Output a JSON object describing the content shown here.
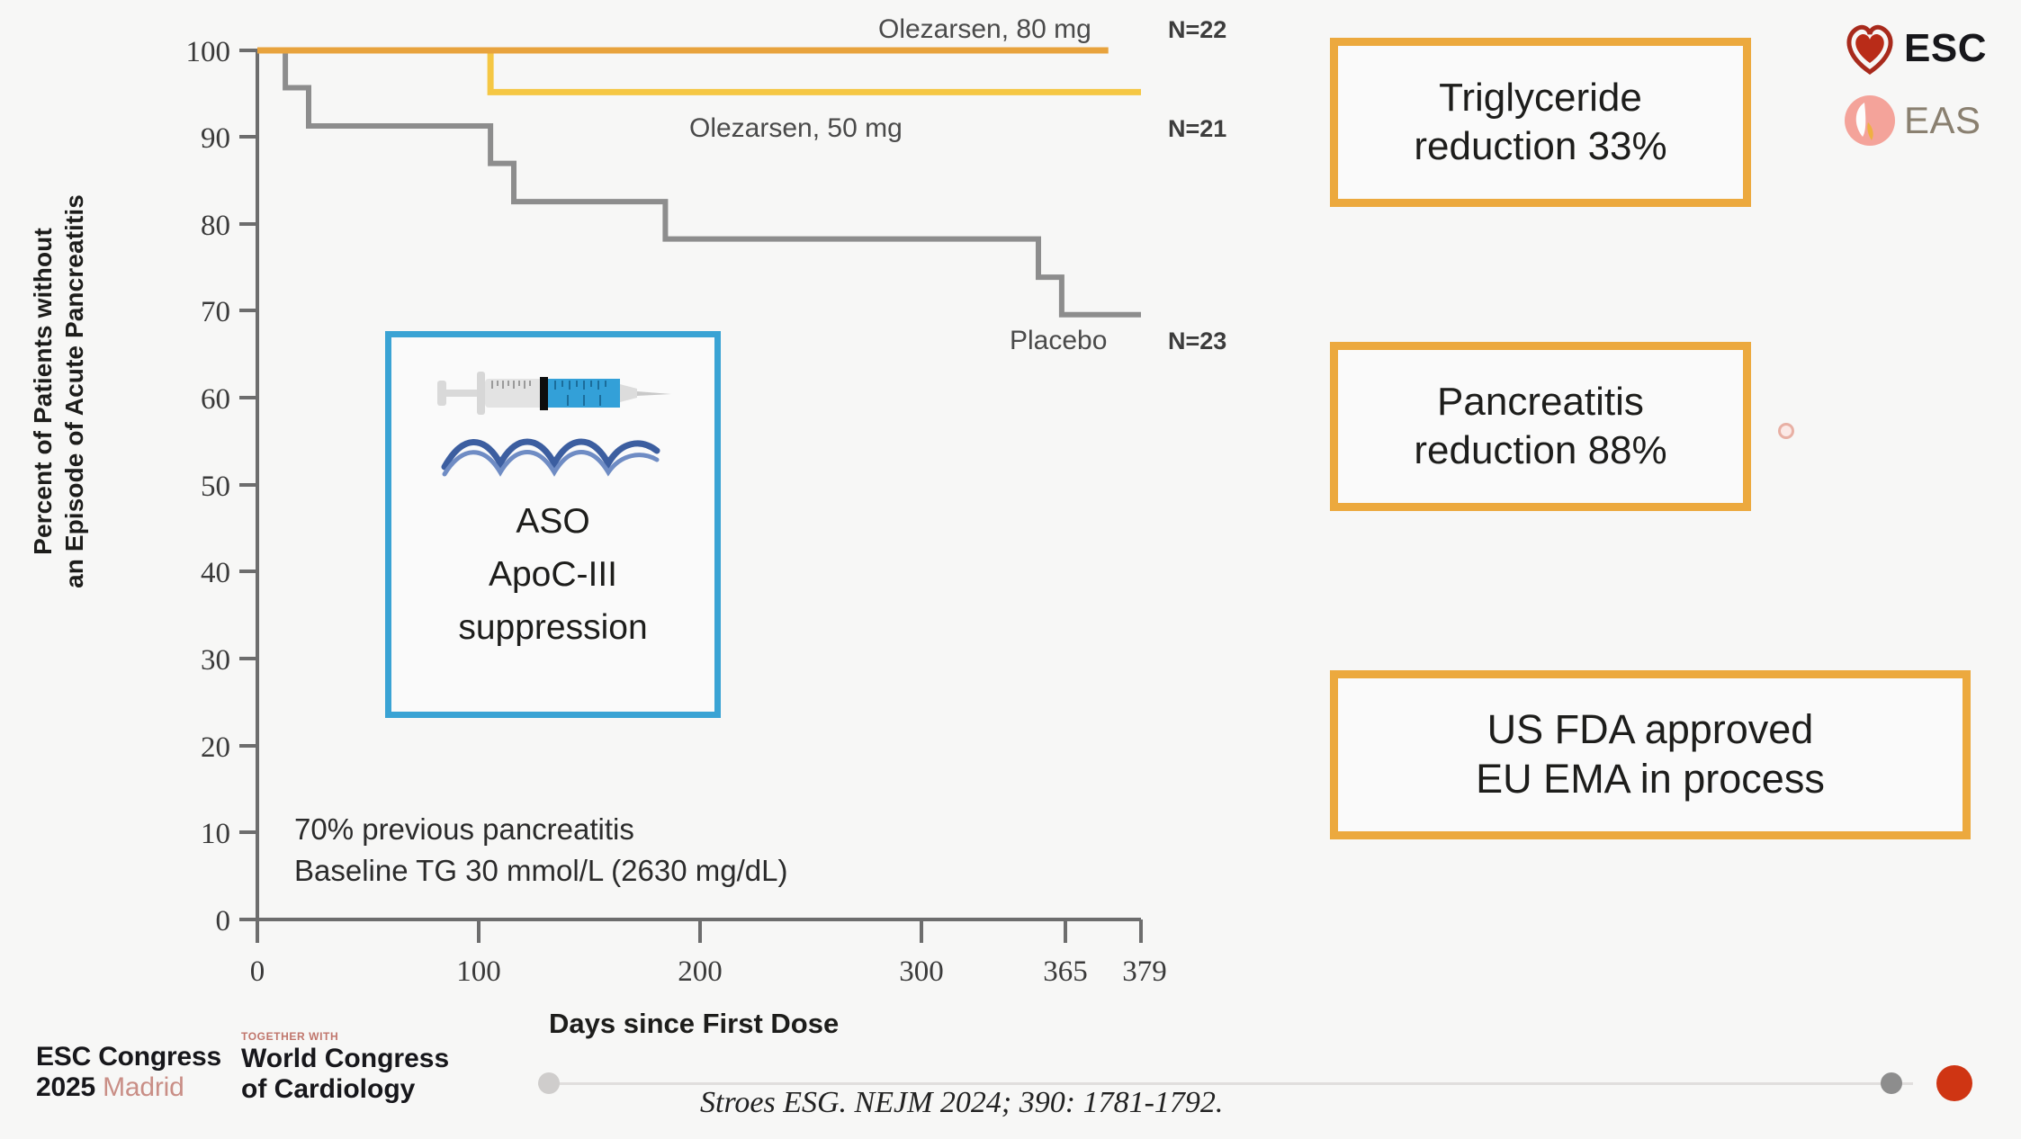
{
  "chart_data": {
    "type": "line",
    "subtype": "kaplan-meier-step",
    "title": "",
    "xlabel": "Days since First Dose",
    "ylabel": "Percent of Patients without an Episode of Acute Pancreatitis",
    "ylabel_line1": "Percent of Patients without",
    "ylabel_line2": "an Episode of Acute Pancreatitis",
    "xlim": [
      0,
      379
    ],
    "ylim": [
      0,
      100
    ],
    "xticks": [
      0,
      100,
      200,
      300,
      365,
      379
    ],
    "xtick_labels": [
      "0",
      "100",
      "200",
      "300",
      "365",
      "379"
    ],
    "yticks": [
      0,
      10,
      20,
      30,
      40,
      50,
      60,
      70,
      80,
      90,
      100
    ],
    "ytick_labels": [
      "0",
      "10",
      "20",
      "30",
      "40",
      "50",
      "60",
      "70",
      "80",
      "90",
      "100"
    ],
    "grid": false,
    "legend_position": "inline-right",
    "series": [
      {
        "name": "Olezarsen, 80 mg",
        "n_label": "N=22",
        "n": 22,
        "color": "#e8a33d",
        "steps": [
          [
            0,
            100
          ],
          [
            365,
            100
          ],
          [
            365,
            100
          ]
        ]
      },
      {
        "name": "Olezarsen, 50 mg",
        "n_label": "N=21",
        "n": 21,
        "color": "#f5c744",
        "steps": [
          [
            0,
            100
          ],
          [
            100,
            100
          ],
          [
            100,
            95.2
          ],
          [
            365,
            95.2
          ],
          [
            379,
            95.2
          ]
        ]
      },
      {
        "name": "Placebo",
        "n_label": "N=23",
        "n": 23,
        "color": "#8d8d8d",
        "steps": [
          [
            0,
            100
          ],
          [
            12,
            100
          ],
          [
            12,
            95.7
          ],
          [
            22,
            95.7
          ],
          [
            22,
            91.3
          ],
          [
            100,
            91.3
          ],
          [
            100,
            87.0
          ],
          [
            110,
            87.0
          ],
          [
            110,
            82.6
          ],
          [
            175,
            82.6
          ],
          [
            175,
            78.3
          ],
          [
            335,
            78.3
          ],
          [
            335,
            73.9
          ],
          [
            345,
            73.9
          ],
          [
            345,
            69.6
          ],
          [
            379,
            69.6
          ]
        ]
      }
    ],
    "annotations": [
      "70% previous pancreatitis",
      "Baseline TG 30 mmol/L (2630 mg/dL)"
    ]
  },
  "aso_box": {
    "icon_syringe": "syringe-icon",
    "icon_helix": "dna-helix-icon",
    "line1": "ASO",
    "line2": "ApoC-III",
    "line3": "suppression",
    "border_color": "#3aa3d4"
  },
  "callouts": [
    {
      "line1": "Triglyceride",
      "line2": "reduction 33%",
      "border_color": "#eca93e"
    },
    {
      "line1": "Pancreatitis",
      "line2": "reduction 88%",
      "border_color": "#eca93e"
    },
    {
      "line1": "US FDA approved",
      "line2": "EU EMA in process",
      "border_color": "#eca93e"
    }
  ],
  "logos": {
    "esc": {
      "text": "ESC",
      "icon": "esc-heart-logo-icon",
      "color": "#a82a1c"
    },
    "eas": {
      "text": "EAS",
      "icon": "eas-circle-logo-icon",
      "color": "#8a8070"
    }
  },
  "footer": {
    "esc_congress_line1": "ESC Congress",
    "esc_congress_line2_bold": "2025",
    "esc_congress_line2_city": "Madrid",
    "together_with": "TOGETHER WITH",
    "wcc_line1": "World Congress",
    "wcc_line2": "of Cardiology",
    "citation": "Stroes ESG. NEJM 2024; 390: 1781-1792."
  },
  "accent_colors": {
    "olezarsen_80": "#e8a33d",
    "olezarsen_50": "#f5c744",
    "placebo": "#8d8d8d",
    "callout_border": "#eca93e",
    "aso_border": "#3aa3d4",
    "nav_active": "#cf3513"
  }
}
